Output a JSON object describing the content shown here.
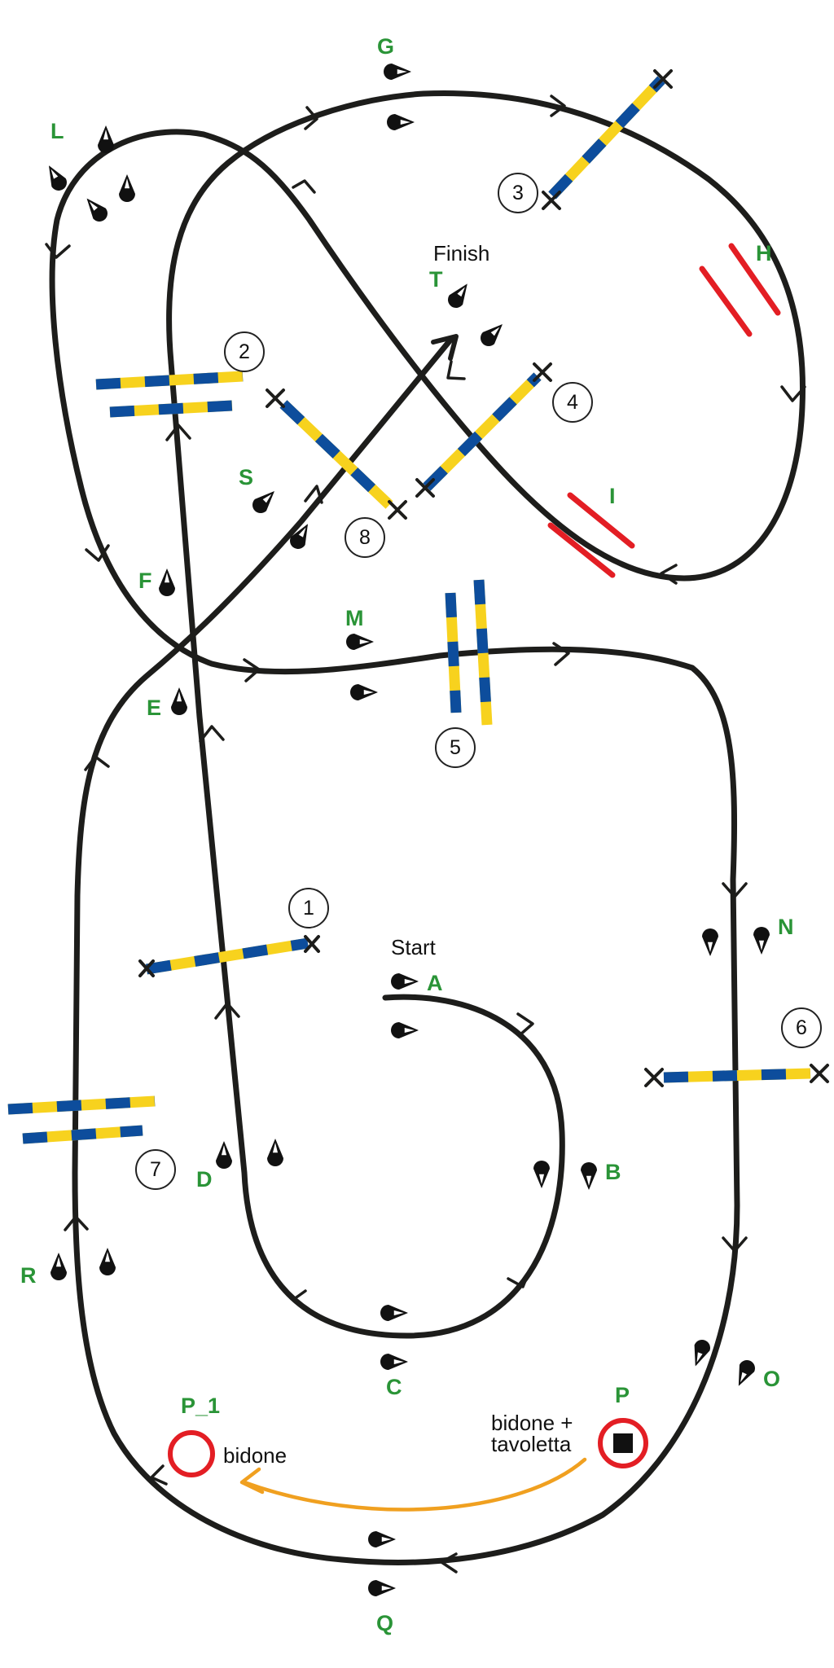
{
  "labels": {
    "start": "Start",
    "finish": "Finish",
    "bidone": "bidone",
    "bidone_tavoletta_line1": "bidone +",
    "bidone_tavoletta_line2": "tavoletta",
    "p1": "P_1",
    "cones": {
      "A": "A",
      "B": "B",
      "C": "C",
      "D": "D",
      "E": "E",
      "F": "F",
      "G": "G",
      "H": "H",
      "I": "I",
      "L": "L",
      "M": "M",
      "N": "N",
      "O": "O",
      "P": "P",
      "Q": "Q",
      "R": "R",
      "S": "S",
      "T": "T"
    }
  },
  "gates": [
    "1",
    "2",
    "3",
    "4",
    "5",
    "6",
    "7",
    "8"
  ],
  "colors": {
    "track": "#1d1d1b",
    "label_green": "#2a9437",
    "gate_yellow": "#f7d21e",
    "gate_blue": "#0d4d9c",
    "red_marker": "#e31e24",
    "arrow_orange": "#f0a020"
  }
}
